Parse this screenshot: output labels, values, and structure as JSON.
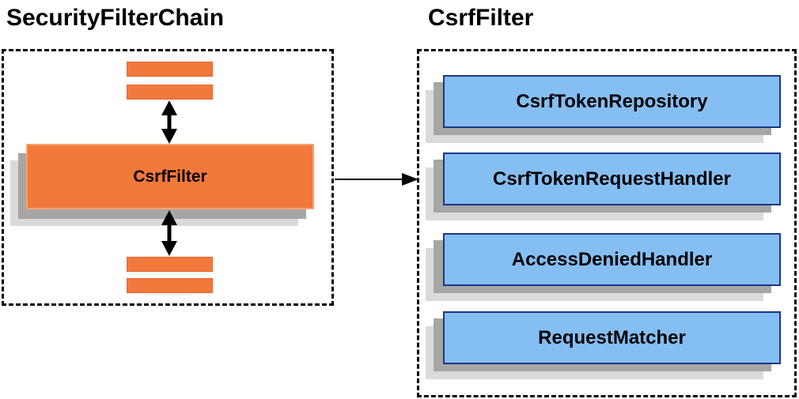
{
  "diagram": {
    "left_panel": {
      "title": "SecurityFilterChain",
      "csrf_filter_label": "CsrfFilter",
      "placeholder_bars_above": 2,
      "placeholder_bars_below": 2
    },
    "right_panel": {
      "title": "CsrfFilter",
      "components": [
        {
          "label": "CsrfTokenRepository"
        },
        {
          "label": "CsrfTokenRequestHandler"
        },
        {
          "label": "AccessDeniedHandler"
        },
        {
          "label": "RequestMatcher"
        }
      ]
    },
    "icons": {
      "between_filters": "bidirectional-arrow-icon",
      "left_to_right": "right-arrow-icon"
    }
  },
  "colors": {
    "orange": "#F2783C",
    "orange-border": "#E8662C",
    "orange-light-border": "#F7A274",
    "blue": "#85BEF2",
    "blue-border": "#1C3687",
    "shadow-mid": "#A6A6A6",
    "shadow-light": "#DADADA",
    "line": "#000000",
    "text": "#000000",
    "background": "#FFFFFF"
  }
}
